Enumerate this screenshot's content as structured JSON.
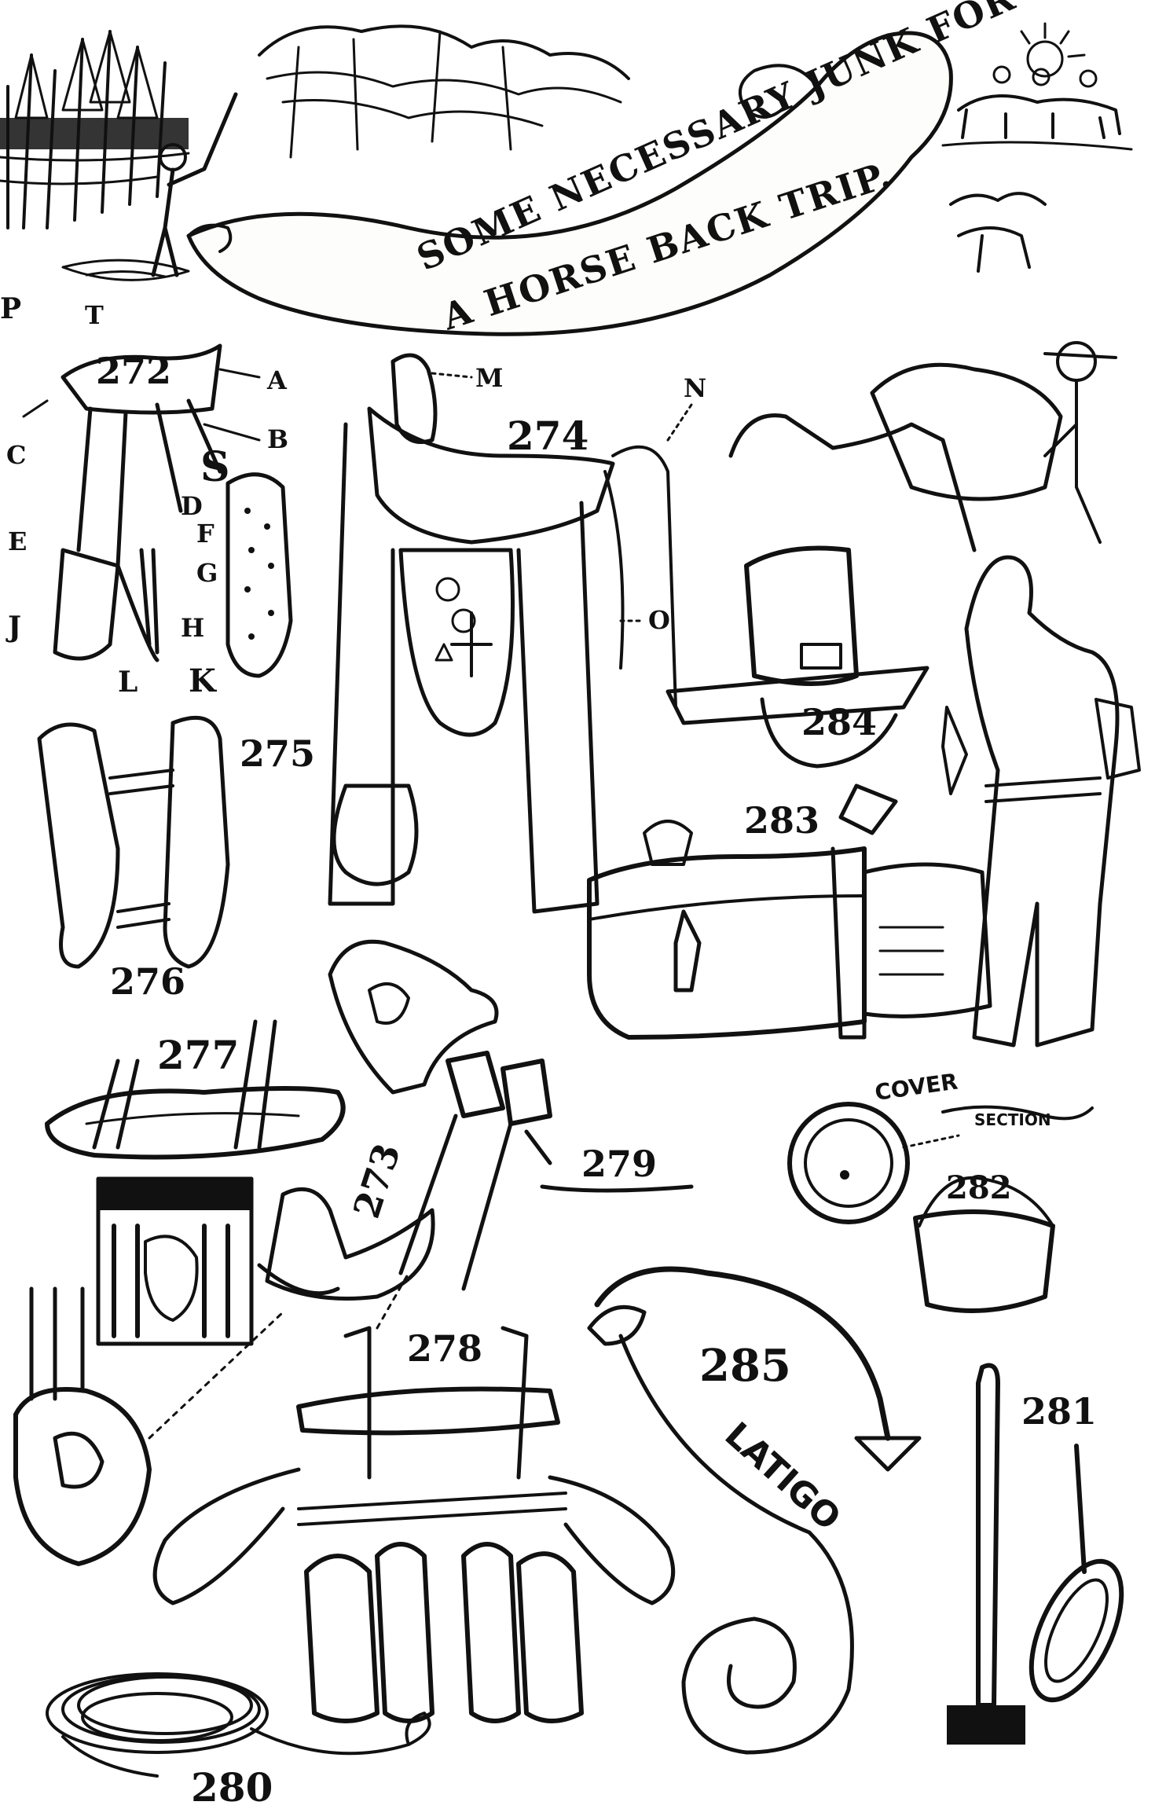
{
  "banner": {
    "line1": "SOME NECESSARY JUNK FOR",
    "line2": "A HORSE BACK TRIP."
  },
  "figures": {
    "f272": "272",
    "f273": "273",
    "f274": "274",
    "f275": "275",
    "f276": "276",
    "f277": "277",
    "f278": "278",
    "f279": "279",
    "f280": "280",
    "f281": "281",
    "f282": "282",
    "f283": "283",
    "f284": "284",
    "f285": "285"
  },
  "labels_272": {
    "P": "P",
    "T": "T",
    "A": "A",
    "B": "B",
    "C": "C",
    "S": "S",
    "D": "D",
    "F": "F",
    "E": "E",
    "G": "G",
    "J": "J",
    "H": "H",
    "L": "L",
    "K": "K"
  },
  "labels_274": {
    "M": "M",
    "N": "N",
    "O": "O"
  },
  "annotations": {
    "cover": "COVER",
    "section": "SECTION",
    "latigo": "LATIGO"
  }
}
